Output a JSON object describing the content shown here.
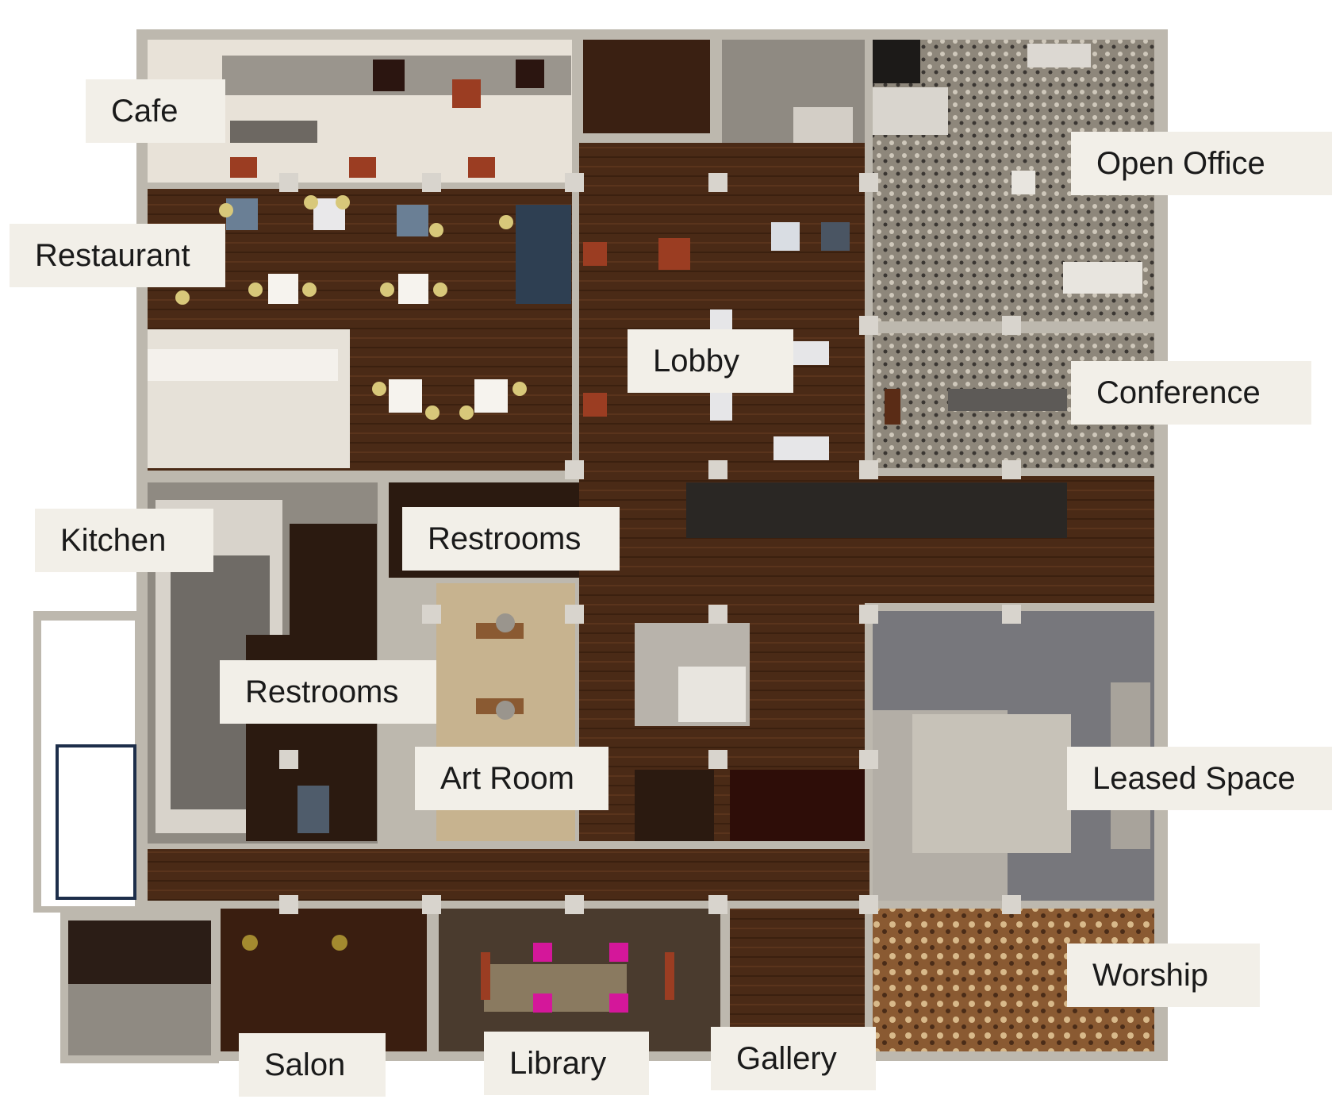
{
  "colors": {
    "background": "#ffffff",
    "wall": "#bdb8ae",
    "wood_floor": "#4a2a16",
    "dark_floor": "#1f1712",
    "light_floor": "#e8e2d8",
    "carpet": "#9d968a",
    "label_bg": "#f2efe8",
    "label_text": "#1a1a1a",
    "library_accent": "#d4179a",
    "chair_yellow": "#d8c87a"
  },
  "labels": {
    "cafe": "Cafe",
    "restaurant": "Restaurant",
    "open_office": "Open Office",
    "lobby": "Lobby",
    "conference": "Conference",
    "kitchen": "Kitchen",
    "restrooms_upper": "Restrooms",
    "restrooms_lower": "Restrooms",
    "art_room": "Art Room",
    "leased_space": "Leased Space",
    "worship": "Worship",
    "salon": "Salon",
    "library": "Library",
    "gallery": "Gallery"
  }
}
